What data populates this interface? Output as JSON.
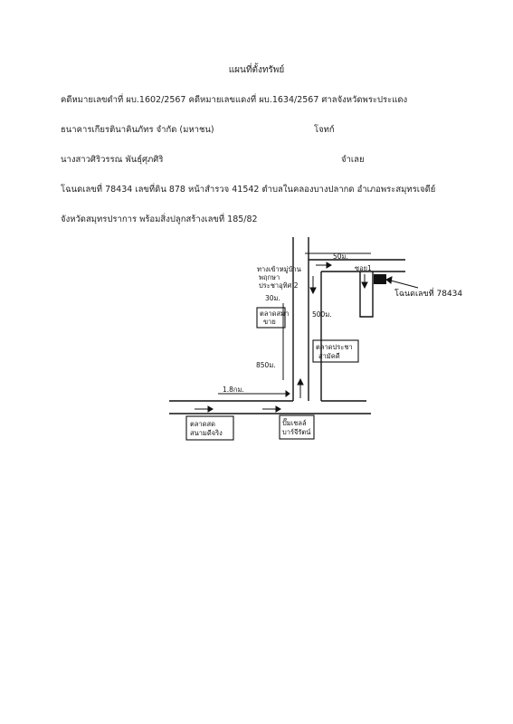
{
  "document": {
    "title": "แผนที่ตั้งทรัพย์",
    "case_line": "คดีหมายเลขดำที่  ผบ.1602/2567  คดีหมายเลขแดงที่  ผบ.1634/2567  ศาลจังหวัดพระประแดง",
    "plaintiff_name": "ธนาคารเกียรตินาคินภัทร จำกัด (มหาชน)",
    "plaintiff_role": "โจทก์",
    "defendant_name": "นางสาวศิริวรรณ  พันธุ์ศุภศิริ",
    "defendant_role": "จำเลย",
    "deed_line": "โฉนดเลขที่  78434 เลขที่ดิน 878 หน้าสำรวจ 41542 ตำบลในคลองบางปลากด  อำเภอพระสมุทรเจดีย์",
    "province_line": "จังหวัดสมุทรปราการ  พร้อมสิ่งปลูกสร้างเลขที่ 185/82"
  },
  "map": {
    "label_dist_50m": "50ม.",
    "label_soi": "ซอย1",
    "label_deed": "โฉนดเลขที่ 78434",
    "label_village_1": "ทางเข้าหมู่บ้าน",
    "label_village_2": "พฤกษา",
    "label_village_3": "ประชาอุทิศ 2",
    "label_dist_30m": "30ม.",
    "label_market_1": "ตลาดสมา",
    "label_market_2": "ขาย",
    "label_dist_500m": "500ม.",
    "label_dist_850m": "850ม.",
    "label_school_1": "ตลาดประชา",
    "label_school_2": "สามัคคี",
    "label_dist_1_8km": "1.8กม.",
    "label_bottom_left_1": "ตลาดสด",
    "label_bottom_left_2": "สนามดีจริง",
    "label_bottom_right_1": "ปั๊มเชลล์",
    "label_bottom_right_2": "บาร์จีรัตน์"
  }
}
